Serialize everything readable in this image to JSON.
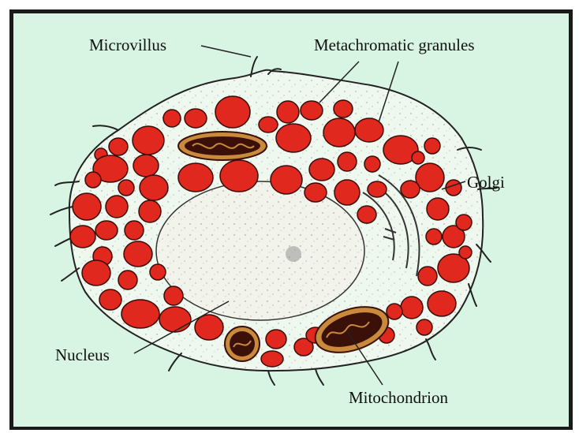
{
  "labels": {
    "microvillus": "Microvillus",
    "granules": "Metachromatic granules",
    "golgi": "Golgi",
    "nucleus": "Nucleus",
    "mitochondrion": "Mitochondrion"
  },
  "colors": {
    "background": "#d8f4e2",
    "border": "#1a1a1a",
    "cytoplasm": "#eef8ef",
    "granule": "#e0281e",
    "granule_outline": "#3a0c08",
    "mitochondrion_outer": "#c98a3c",
    "mitochondrion_inner": "#3a1008",
    "nucleus": "#f2f4ec",
    "membrane": "#222222"
  },
  "icons": {
    "granule": "red-granule-blob",
    "mitochondrion": "mitochondrion-icon",
    "golgi": "golgi-stack-icon"
  }
}
